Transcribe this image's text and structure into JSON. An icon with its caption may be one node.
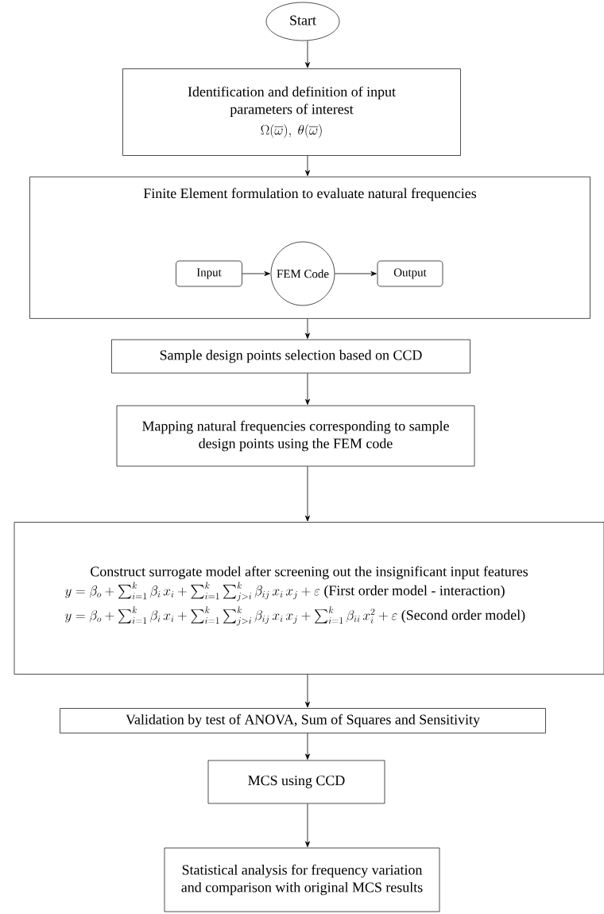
{
  "diagram": {
    "nodes": [
      {
        "text": [
          "Start"
        ]
      },
      {
        "text": [
          "Identification and definition of input parameters of interest",
          "\\Omega(\\overline{\\omega}),\\ \\theta(\\overline{\\omega})"
        ]
      },
      {
        "text": [
          "Finite Element formulation to evaluate natural frequencies"
        ]
      },
      {
        "text": [
          "Input"
        ],
        "in": 2
      },
      {
        "text": [
          "FEM Code"
        ],
        "in": 2
      },
      {
        "text": [
          "Output"
        ],
        "in": 2
      },
      {
        "text": [
          "Sample design points selection based on CCD"
        ]
      },
      {
        "text": [
          "Mapping natural frequencies corresponding to sample design points using the FEM code"
        ]
      },
      {
        "text": [
          "Construct surrogate model after screening out the insignificant input features",
          "y = \\beta_o + \\sum_{i=1}^{k}\\beta_i\\, x_i + \\sum_{i=1}^{k}\\sum_{j>i}^{k}\\beta_{ij}\\, x_i\\, x_j + \\varepsilon",
          "(First order model - interaction)",
          "y = \\beta_o + \\sum_{i=1}^{k}\\beta_i\\, x_i + \\sum_{i=1}^{k}\\sum_{j>i}^{k}\\beta_{ij}\\, x_i\\, x_j + \\sum_{i=1}^{k}\\beta_{ii}\\, x_i^2 + \\varepsilon",
          "(Second order model)"
        ]
      },
      {
        "text": [
          "Validation by test of ANOVA, Sum of Squares and Sensitivity"
        ]
      },
      {
        "text": [
          "MCS using CCD"
        ]
      },
      {
        "text": [
          "Statistical analysis for frequency variation and comparison with original MCS results"
        ]
      }
    ],
    "edges": [
      {
        "from": 0,
        "to": 1,
        "arrow": "to"
      },
      {
        "from": 1,
        "to": 2,
        "arrow": "to"
      },
      {
        "from": 3,
        "to": 4,
        "arrow": "to"
      },
      {
        "from": 4,
        "to": 5,
        "arrow": "to"
      },
      {
        "from": 2,
        "to": 6,
        "arrow": "to"
      },
      {
        "from": 6,
        "to": 7,
        "arrow": "to"
      },
      {
        "from": 7,
        "to": 8,
        "arrow": "to"
      },
      {
        "from": 8,
        "to": 9,
        "arrow": "to"
      },
      {
        "from": 9,
        "to": 10,
        "arrow": "to"
      },
      {
        "from": 10,
        "to": 11,
        "arrow": "to"
      }
    ]
  }
}
